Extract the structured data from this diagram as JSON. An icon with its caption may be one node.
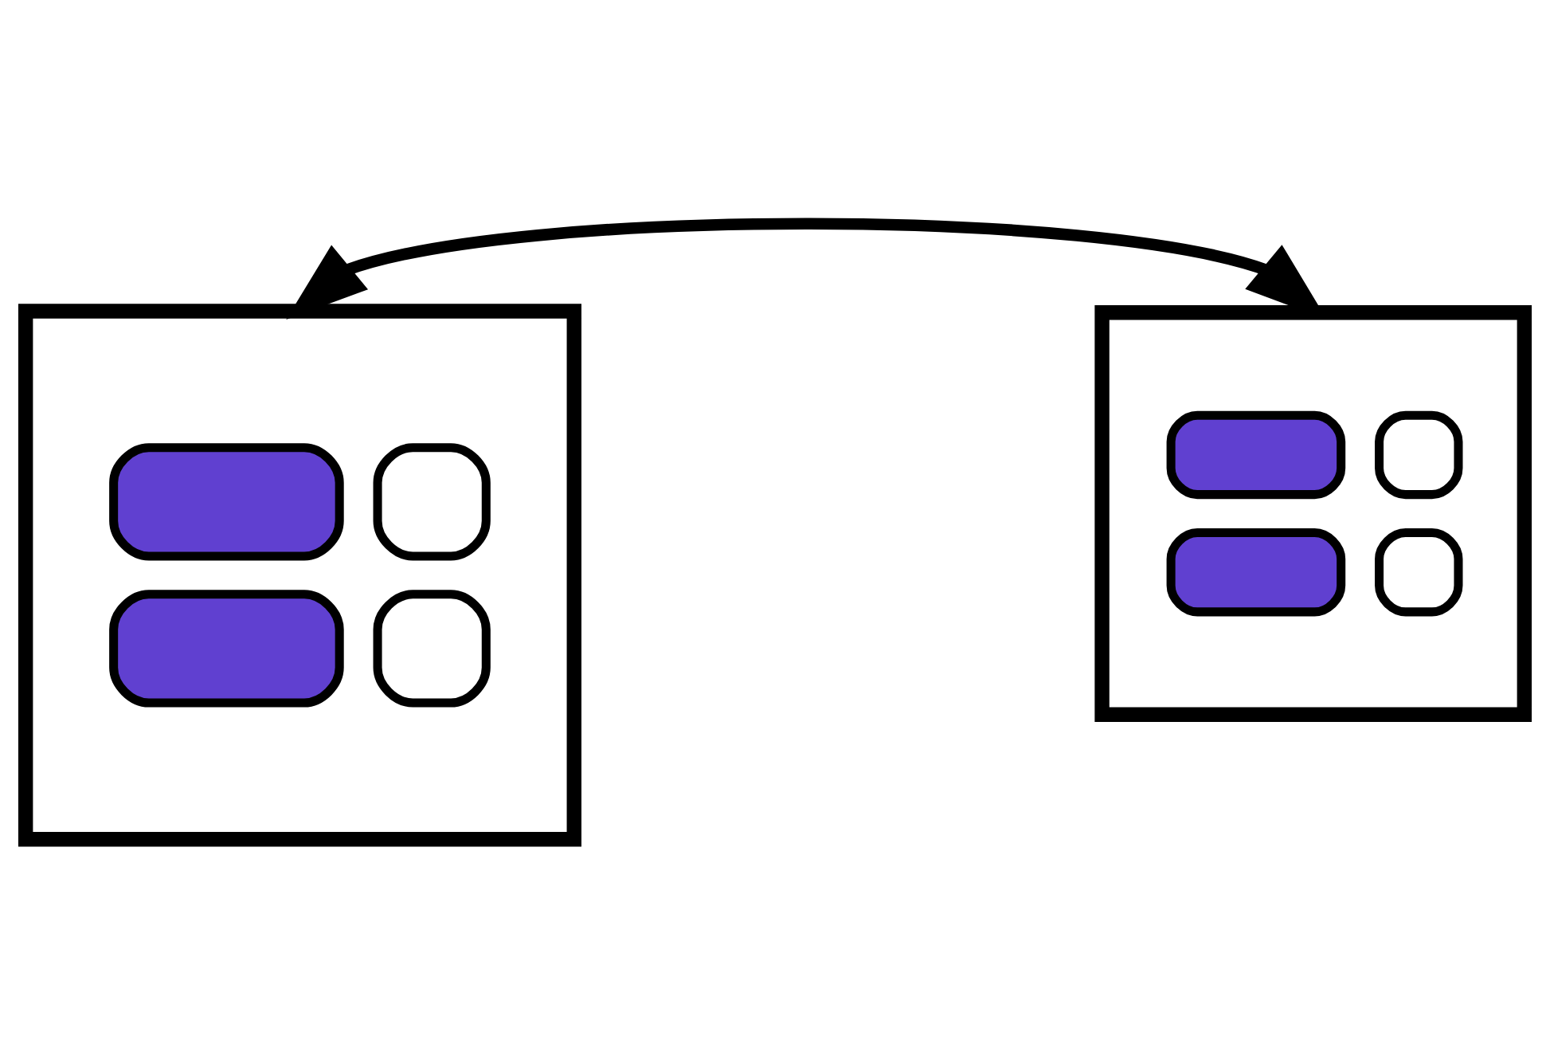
{
  "diagram": {
    "nodes": [
      {
        "text": [],
        "shape": "picture"
      },
      {
        "text": [],
        "shape": "picture"
      }
    ],
    "edges": [
      {
        "from": 0,
        "to": 1,
        "arrow": "both"
      }
    ]
  }
}
